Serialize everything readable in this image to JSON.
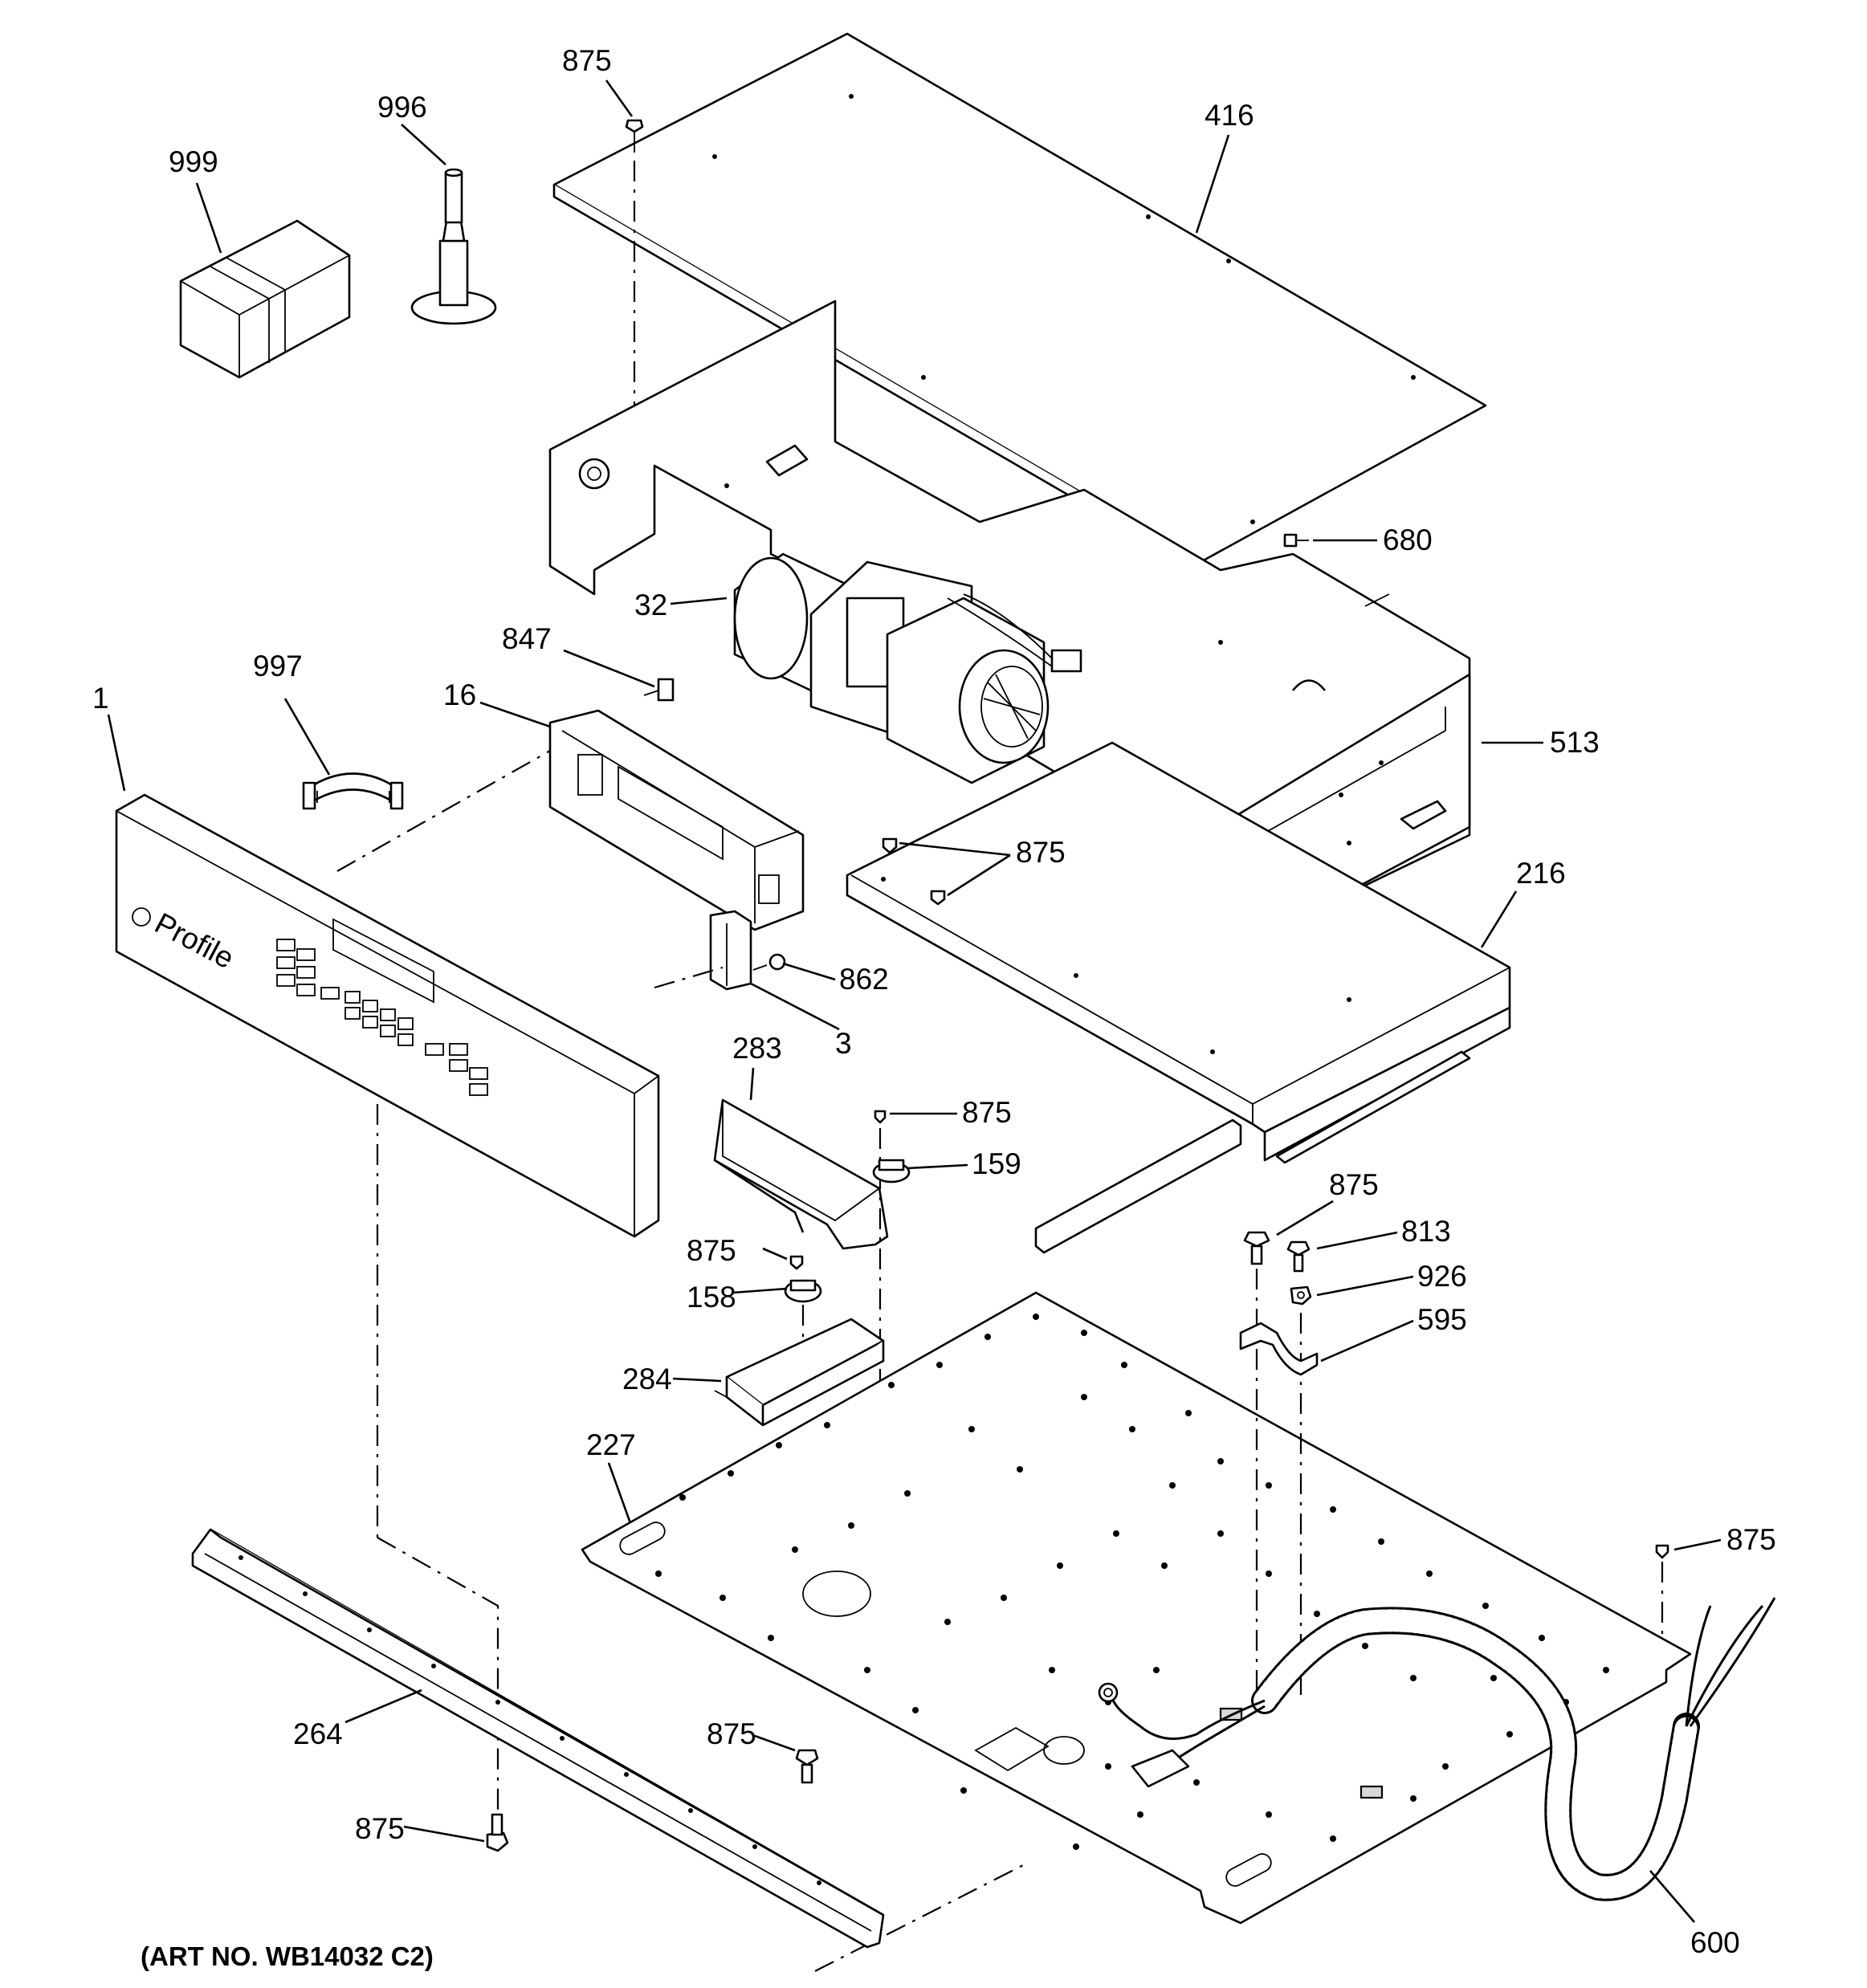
{
  "caption": "(ART NO. WB14032 C2)",
  "badge": "Profile",
  "callouts": [
    {
      "id": "c875-top",
      "text": "875"
    },
    {
      "id": "c996",
      "text": "996"
    },
    {
      "id": "c999",
      "text": "999"
    },
    {
      "id": "c416",
      "text": "416"
    },
    {
      "id": "c680",
      "text": "680"
    },
    {
      "id": "c32",
      "text": "32"
    },
    {
      "id": "c847",
      "text": "847"
    },
    {
      "id": "c997",
      "text": "997"
    },
    {
      "id": "c1",
      "text": "1"
    },
    {
      "id": "c16",
      "text": "16"
    },
    {
      "id": "c513",
      "text": "513"
    },
    {
      "id": "c875-mid",
      "text": "875"
    },
    {
      "id": "c216",
      "text": "216"
    },
    {
      "id": "c862",
      "text": "862"
    },
    {
      "id": "c3",
      "text": "3"
    },
    {
      "id": "c283",
      "text": "283"
    },
    {
      "id": "c875-b",
      "text": "875"
    },
    {
      "id": "c159",
      "text": "159"
    },
    {
      "id": "c875-c",
      "text": "875"
    },
    {
      "id": "c813",
      "text": "813"
    },
    {
      "id": "c875-d",
      "text": "875"
    },
    {
      "id": "c926",
      "text": "926"
    },
    {
      "id": "c158",
      "text": "158"
    },
    {
      "id": "c595",
      "text": "595"
    },
    {
      "id": "c284",
      "text": "284"
    },
    {
      "id": "c227",
      "text": "227"
    },
    {
      "id": "c875-e",
      "text": "875"
    },
    {
      "id": "c264",
      "text": "264"
    },
    {
      "id": "c875-f",
      "text": "875"
    },
    {
      "id": "c875-g",
      "text": "875"
    },
    {
      "id": "c600",
      "text": "600"
    }
  ]
}
